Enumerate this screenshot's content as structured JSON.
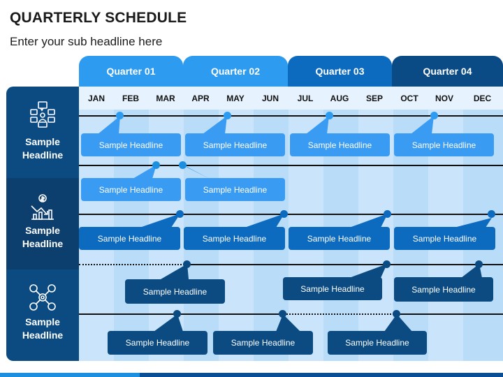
{
  "header": {
    "title": "QUARTERLY SCHEDULE",
    "subtitle": "Enter your sub headline here"
  },
  "quarters": [
    {
      "label": "Quarter 01",
      "color": "#2d9cf0"
    },
    {
      "label": "Quarter 02",
      "color": "#2d9cf0"
    },
    {
      "label": "Quarter 03",
      "color": "#0d6bbf"
    },
    {
      "label": "Quarter 04",
      "color": "#0a4a85"
    }
  ],
  "months": [
    "JAN",
    "FEB",
    "MAR",
    "APR",
    "MAY",
    "JUN",
    "JUL",
    "AUG",
    "SEP",
    "OCT",
    "NOV",
    "DEC"
  ],
  "rows": [
    {
      "label_line1": "Sample",
      "label_line2": "Headline",
      "icon": "chat-network-icon"
    },
    {
      "label_line1": "Sample",
      "label_line2": "Headline",
      "icon": "chart-growth-icon"
    },
    {
      "label_line1": "Sample",
      "label_line2": "Headline",
      "icon": "team-network-icon"
    }
  ],
  "colors": {
    "light_box": "#3a9bf3",
    "mid_box": "#0d6bbf",
    "dark_box": "#0b4b82",
    "sidebar": "#0b4b82",
    "sidebar_mid": "#0d3f6e"
  },
  "boxes": {
    "r1a": "Sample Headline",
    "r1b": "Sample Headline",
    "r1c": "Sample Headline",
    "r1d": "Sample Headline",
    "r2a": "Sample Headline",
    "r2b": "Sample Headline",
    "r3a": "Sample Headline",
    "r3b": "Sample Headline",
    "r3c": "Sample Headline",
    "r3d": "Sample Headline",
    "r4a": "Sample Headline",
    "r4b": "Sample Headline",
    "r4c": "Sample Headline",
    "r5a": "Sample Headline",
    "r5b": "Sample Headline",
    "r5c": "Sample Headline"
  }
}
